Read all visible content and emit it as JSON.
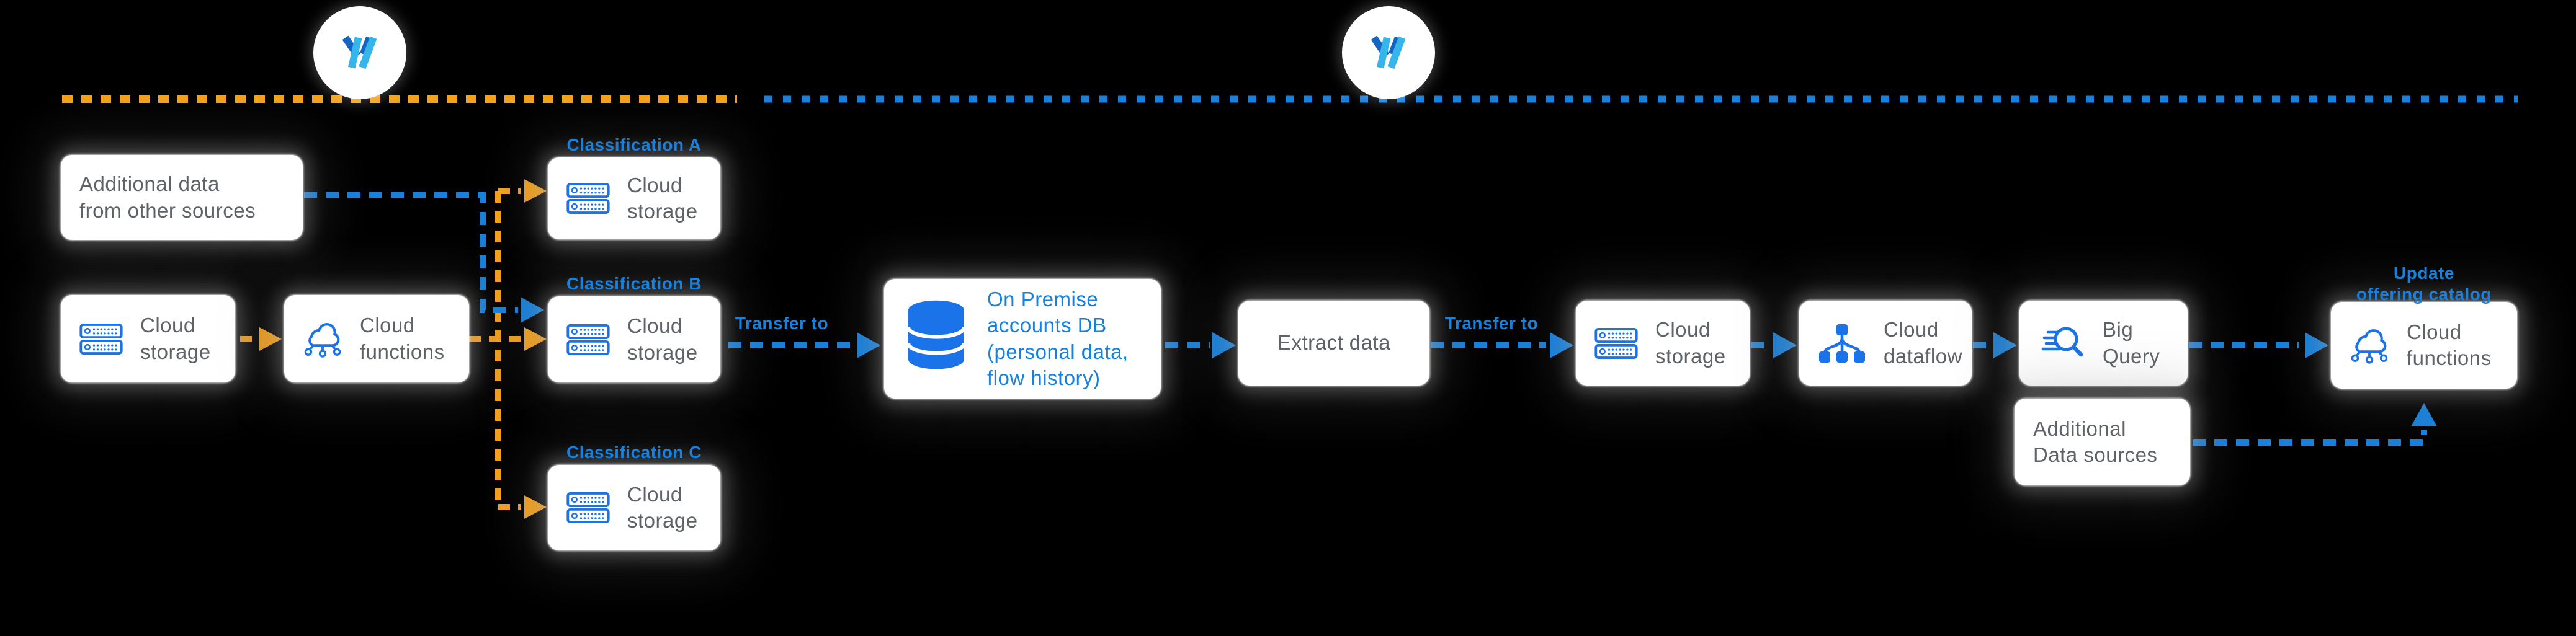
{
  "diagram": {
    "colors": {
      "background": "#000000",
      "pipeline_blue": "#1781dd",
      "accent_orange": "#f5a11c",
      "node_text_gray": "#5f6368",
      "icon_blue": "#1a73e8",
      "logo_dark_blue": "#1565c0",
      "logo_light_blue": "#35b5ea",
      "node_background": "#ffffff"
    },
    "logo": {
      "icon": "w-logo-icon"
    },
    "nodes": {
      "additional_data": {
        "label": "Additional data\nfrom other sources"
      },
      "cloud_storage_left": {
        "label": "Cloud\nstorage",
        "icon": "server-stack-icon"
      },
      "cloud_functions_left": {
        "label": "Cloud\nfunctions",
        "icon": "cloud-functions-icon"
      },
      "classification_a": {
        "title": "Classification A",
        "label": "Cloud\nstorage",
        "icon": "server-stack-icon"
      },
      "classification_b": {
        "title": "Classification B",
        "label": "Cloud\nstorage",
        "icon": "server-stack-icon"
      },
      "classification_c": {
        "title": "Classification C",
        "label": "Cloud\nstorage",
        "icon": "server-stack-icon"
      },
      "on_premise_db": {
        "label": "On Premise\naccounts DB\n(personal data,\nflow history)",
        "icon": "database-icon"
      },
      "extract_data": {
        "label": "Extract data"
      },
      "cloud_storage_right": {
        "label": "Cloud\nstorage",
        "icon": "server-stack-icon"
      },
      "cloud_dataflow": {
        "label": "Cloud\ndataflow",
        "icon": "dataflow-tree-icon"
      },
      "big_query": {
        "label": "Big\nQuery",
        "icon": "search-magnifier-icon"
      },
      "additional_sources": {
        "label": "Additional\nData sources"
      },
      "cloud_functions_right": {
        "title": "Update\noffering catalog",
        "label": "Cloud\nfunctions",
        "icon": "cloud-functions-icon"
      }
    },
    "edge_labels": {
      "transfer_to_1": "Transfer to",
      "transfer_to_2": "Transfer to"
    }
  }
}
